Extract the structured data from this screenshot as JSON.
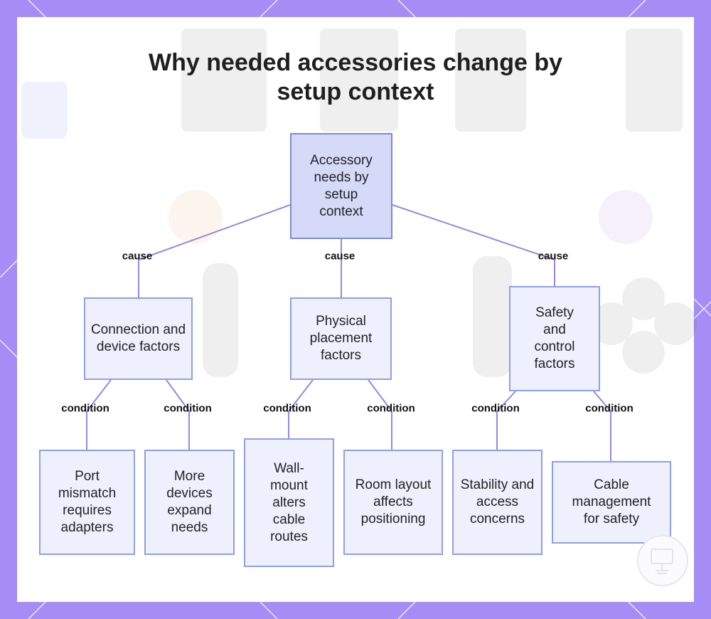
{
  "title": "Why needed accessories change by setup context",
  "root": {
    "label": "Accessory needs by setup context"
  },
  "edge_labels": {
    "cause": "cause",
    "condition": "condition"
  },
  "factors": [
    {
      "label": "Connection and device factors"
    },
    {
      "label": "Physical placement factors"
    },
    {
      "label": "Safety and control factors"
    }
  ],
  "conditions": [
    {
      "label": "Port mismatch requires adapters"
    },
    {
      "label": "More devices expand needs"
    },
    {
      "label": "Wall-mount alters cable routes"
    },
    {
      "label": "Room layout affects positioning"
    },
    {
      "label": "Stability and access concerns"
    },
    {
      "label": "Cable management for safety"
    }
  ],
  "colors": {
    "frame": "#a58df5",
    "edge": "#9b86dd",
    "node_fill": "#eef1fd",
    "root_fill": "#d6daf9",
    "node_border": "#8da1de"
  },
  "icons": [
    "monitor-stand-icon"
  ]
}
